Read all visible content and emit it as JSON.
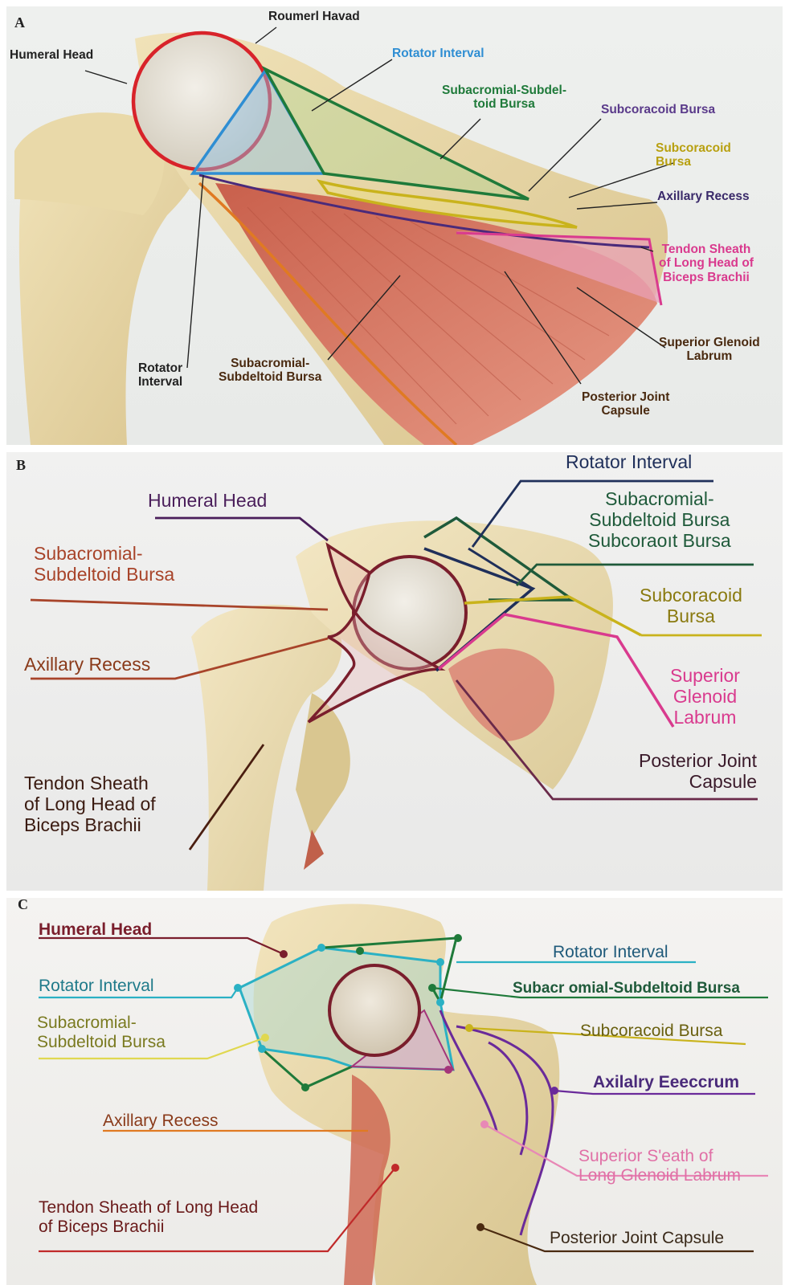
{
  "colors": {
    "bone": "#e6d6a8",
    "muscle": "#d9735e",
    "head_ring": "#d8232a",
    "blue": "#2f8ed3",
    "green": "#1f7a3a",
    "yellow": "#c9b31c",
    "purple": "#4a2a7a",
    "pink": "#d93a8e",
    "orange": "#e07a22",
    "maroon": "#7a1e2c",
    "teal": "#2bb1c4"
  },
  "panels": {
    "a": {
      "letter": "A",
      "labels": {
        "top": "Roumerl Havad",
        "humeral_head": "Humeral Head",
        "rotator_interval": "Rotator Interval",
        "subacromial_1": "Subacromial-Subdel-",
        "subacromial_2": "toid Bursa",
        "subcoracoid_purple": "Subcoracoid Bursa",
        "subcoracoid_yellow_1": "Subcoracoid",
        "subcoracoid_yellow_2": "Bursa",
        "axillary_recess": "Axillary Recess",
        "tendon_sheath_1": "Tendon Sheath",
        "tendon_sheath_2": "of Long Head of",
        "tendon_sheath_3": "Biceps Brachii",
        "sup_glenoid_1": "Superior Glenoid",
        "sup_glenoid_2": "Labrum",
        "post_capsule_1": "Posterior Joint",
        "post_capsule_2": "Capsule",
        "subacromial_low_1": "Subacromial-",
        "subacromial_low_2": "Subdeltoid Bursa",
        "rotator_low_1": "Rotator",
        "rotator_low_2": "Interval"
      }
    },
    "b": {
      "letter": "B",
      "labels": {
        "rotator_interval": "Rotator Interval",
        "humeral_head": "Humeral Head",
        "subacromial_r_1": "Subacromial-",
        "subacromial_r_2": "Subdeltoid Bursa",
        "subacromial_r_3": "Subcoraoıt Bursa",
        "subacromial_l_1": "Subacromial-",
        "subacromial_l_2": "Subdeltoid Bursa",
        "subcoracoid_1": "Subcoracoid",
        "subcoracoid_2": "Bursa",
        "axillary_recess": "Axillary Recess",
        "sup_glenoid_1": "Superior",
        "sup_glenoid_2": "Glenoid",
        "sup_glenoid_3": "Labrum",
        "post_capsule_1": "Posterior Joint",
        "post_capsule_2": "Capsule",
        "tendon_sheath_1": "Tendon Sheath",
        "tendon_sheath_2": "of Long Head of",
        "tendon_sheath_3": "Biceps Brachii"
      }
    },
    "c": {
      "letter": "C",
      "labels": {
        "humeral_head": "Humeral Head",
        "rotator_interval_r": "Rotator Interval",
        "rotator_interval_l": "Rotator Interval",
        "subacromial_r": "Subacr omial-Subdeltoid Bursa",
        "subacromial_l_1": "Subacromial-",
        "subacromial_l_2": "Subdeltoid Bursa",
        "subcoracoid": "Subcoracoid Bursa",
        "axilalry": "Axilalry Eeeccrum",
        "axillary_recess": "Axillary Recess",
        "sup_sheath_1": "Superior S'eath of",
        "sup_sheath_2": "Long Glenoid Labrum",
        "tendon_sheath_1": "Tendon Sheath of Long Head",
        "tendon_sheath_2": "of Biceps Brachii",
        "post_capsule": "Posterior Joint Capsule"
      }
    }
  }
}
